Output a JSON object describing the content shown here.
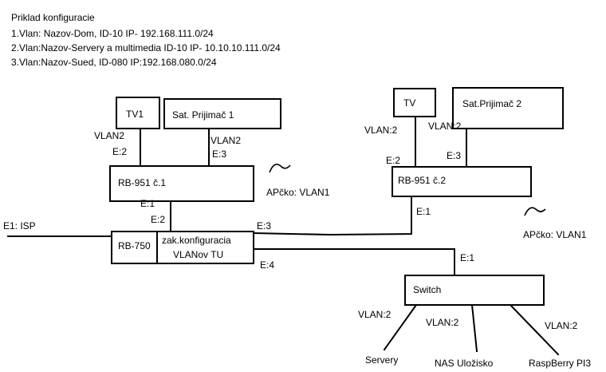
{
  "header": {
    "title": "Priklad konfiguracie",
    "line1": "1.Vlan: Nazov-Dom, ID-10 IP- 192.168.111.0/24",
    "line2": "2.Vlan:Nazov-Servery a multimedia ID-10 IP- 10.10.10.111.0/24",
    "line3": "3.Vlan:Nazov-Sued, ID-080 IP:192.168.080.0/24"
  },
  "nodes": {
    "tv1": "TV1",
    "sat1": "Sat. Prijimač 1",
    "rb951_1": "RB-951 č.1",
    "tv2": "TV",
    "sat2": "Sat.Prijimač 2",
    "rb951_2": "RB-951 č.2",
    "rb750": "RB-750",
    "rb750_note_1": "zak.konfiguracia",
    "rb750_note_2": "VLANov TU",
    "switch": "Switch",
    "servery": "Servery",
    "nas": "NAS Uložisko",
    "raspberry": "RaspBerry PI3"
  },
  "labels": {
    "tv1_vlan": "VLAN2",
    "tv1_port": "E:2",
    "sat1_vlan": "VLAN2",
    "sat1_port": "E:3",
    "ap1": "APčko: VLAN1",
    "rb951_1_uplink": "E:1",
    "rb750_port_from_951_1": "E:2",
    "isp": "E1: ISP",
    "rb750_port_e3": "E:3",
    "rb750_port_e4": "E:4",
    "tv2_vlan": "VLAN:2",
    "tv2_port": "E:2",
    "sat2_vlan": "VLAN:2",
    "sat2_port": "E:3",
    "rb951_2_uplink": "E:1",
    "ap2": "APčko: VLAN1",
    "switch_uplink": "E:1",
    "servery_vlan": "VLAN:2",
    "nas_vlan": "VLAN:2",
    "raspberry_vlan": "VLAN:2"
  }
}
